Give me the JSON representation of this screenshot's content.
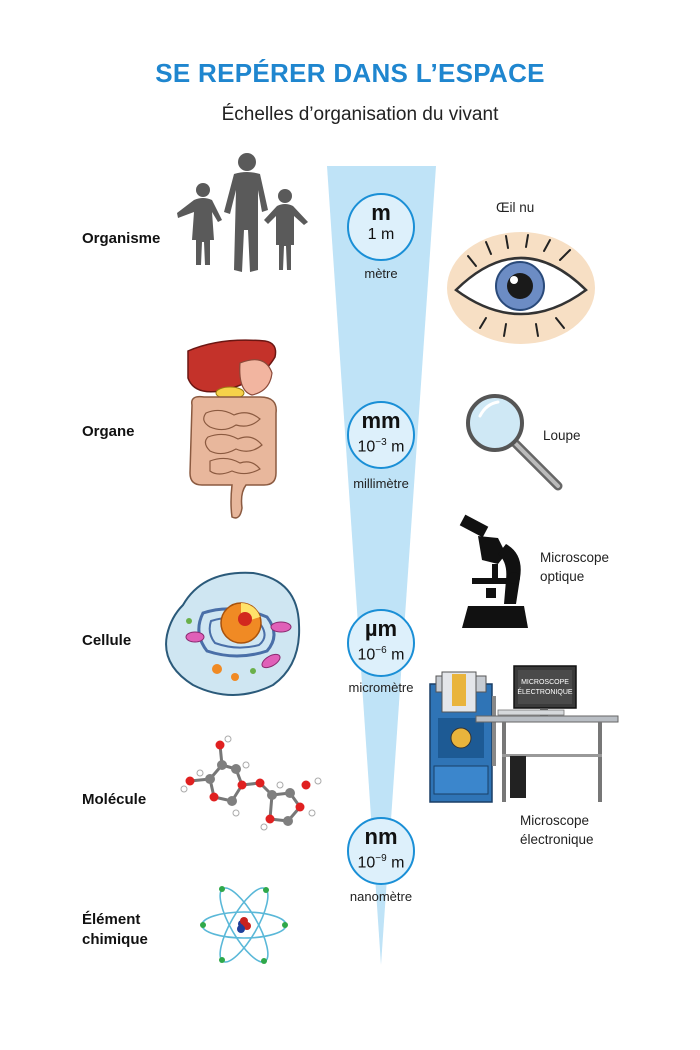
{
  "title": "SE REPÉRER DANS L’ESPACE",
  "subtitle": "Échelles d’organisation du vivant",
  "levels": {
    "organisme": "Organisme",
    "organe": "Organe",
    "cellule": "Cellule",
    "molecule": "Molécule",
    "element_line1": "Élément",
    "element_line2": "chimique"
  },
  "scales": {
    "m": {
      "symbol": "m",
      "base": "1 m",
      "name": "mètre"
    },
    "mm": {
      "symbol": "mm",
      "base": "10",
      "exp": "−3",
      "suffix": " m",
      "name": "millimètre"
    },
    "um": {
      "symbol": "µm",
      "base": "10",
      "exp": "−6",
      "suffix": " m",
      "name": "micromètre"
    },
    "nm": {
      "symbol": "nm",
      "base": "10",
      "exp": "−9",
      "suffix": " m",
      "name": "nanomètre"
    }
  },
  "tools": {
    "oeil": "Œil nu",
    "loupe": "Loupe",
    "microscope_optique_1": "Microscope",
    "microscope_optique_2": "optique",
    "screen_line1": "MICROSCOPE",
    "screen_line2": "ÉLECTRONIQUE",
    "microscope_electronique_1": "Microscope",
    "microscope_electronique_2": "électronique"
  },
  "colors": {
    "title": "#1f86cf",
    "scale_fill": "#bfe3f7",
    "badge_border": "#1a8fd6"
  }
}
